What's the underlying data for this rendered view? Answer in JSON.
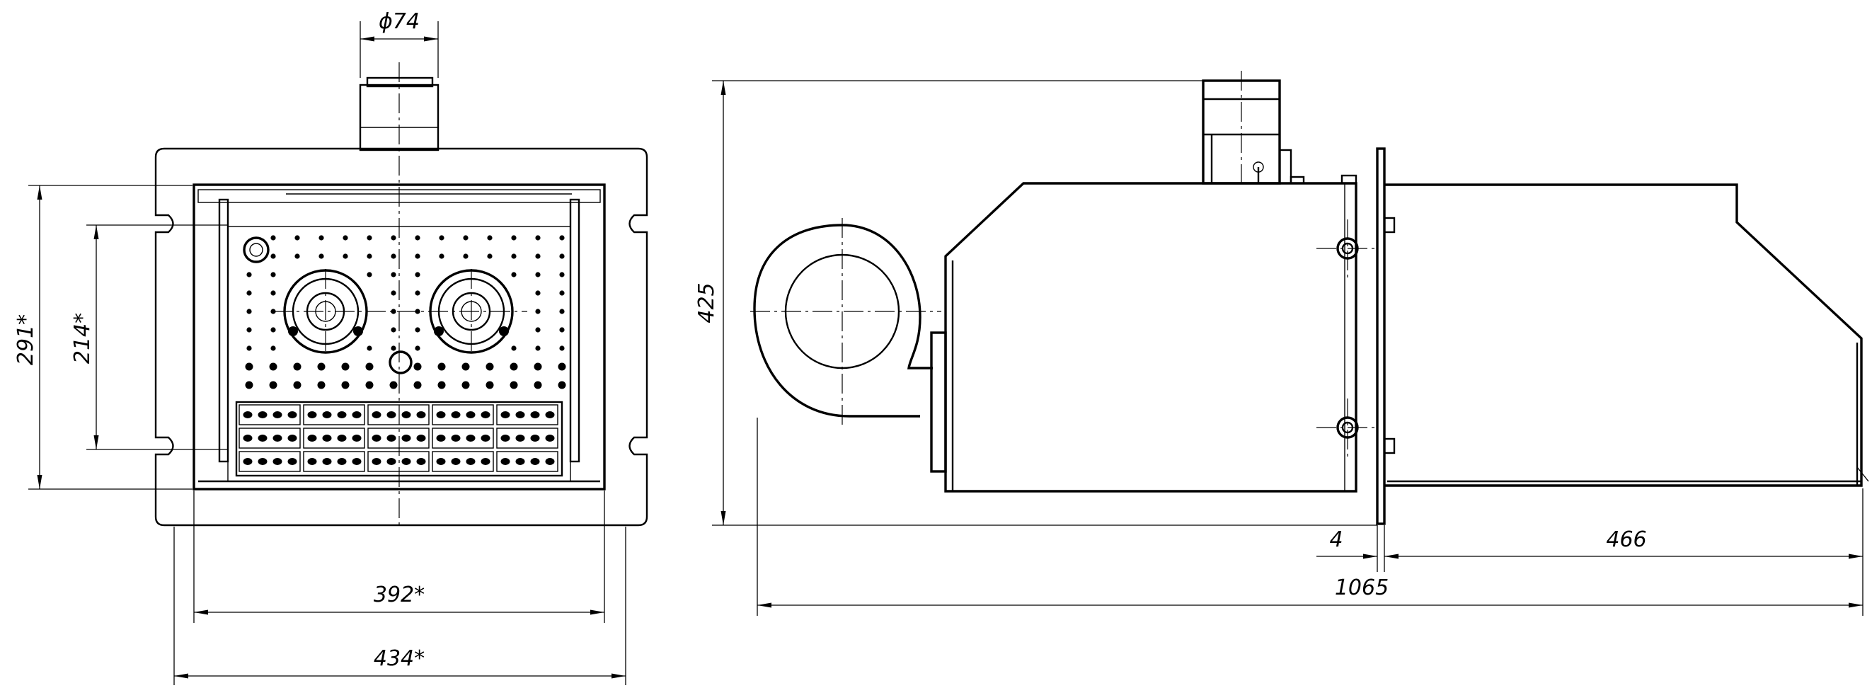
{
  "dimensions": {
    "top_diameter": "ϕ74",
    "height_left": "291*",
    "height_inner": "214*",
    "inner_width": "392*",
    "outer_width": "434*",
    "side_height": "425",
    "plate_thickness": "4",
    "tube_length": "466",
    "total_length": "1065"
  }
}
